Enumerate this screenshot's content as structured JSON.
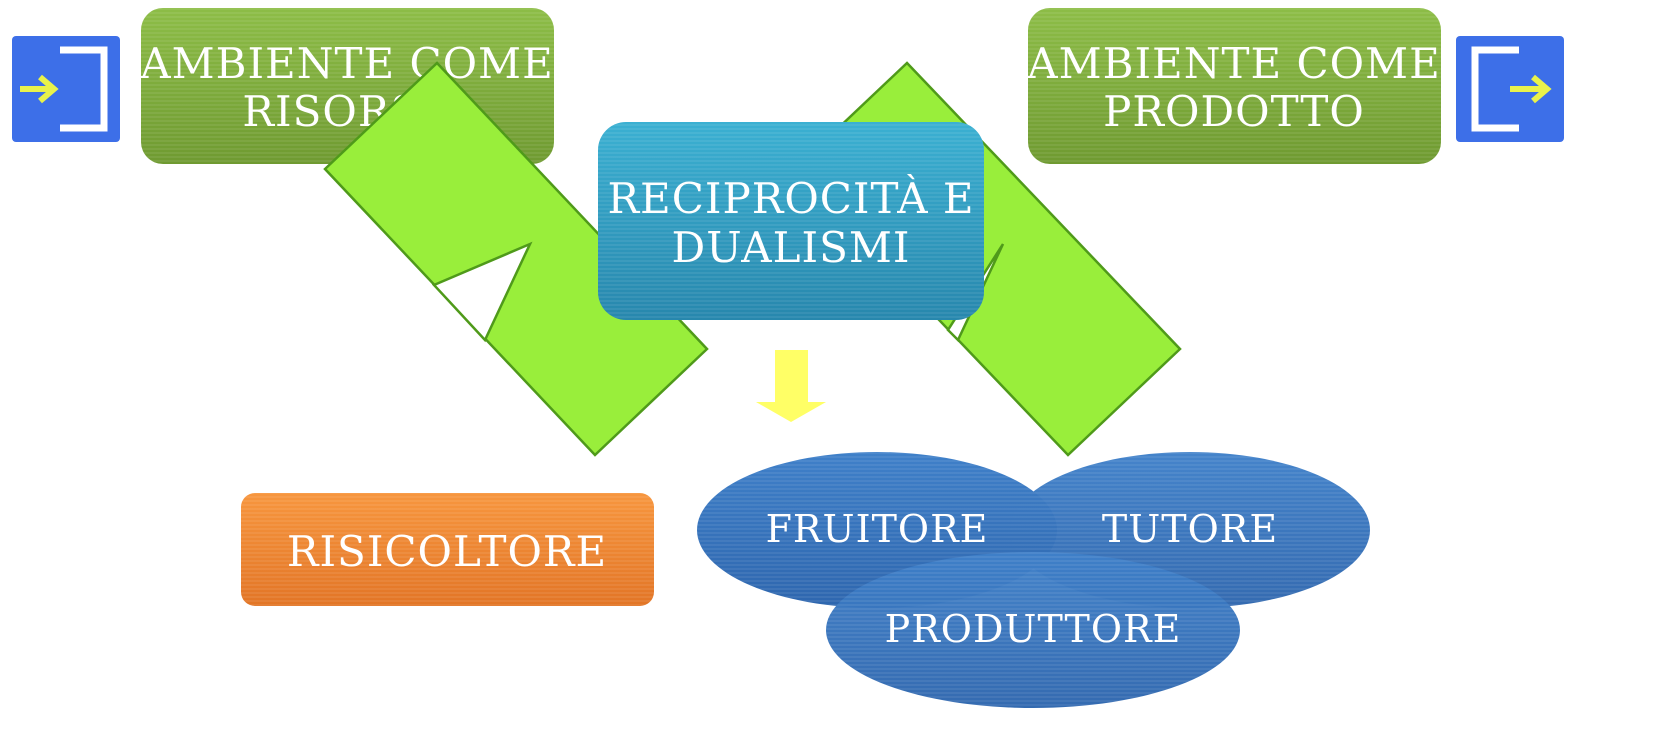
{
  "nav": {
    "back_icon": "enter-icon",
    "forward_icon": "exit-icon",
    "button_color": "#3d6fe8",
    "arrow_color": "#e9f24a"
  },
  "boxes": {
    "ambiente_risorsa": {
      "line1": "Ambiente come",
      "line2": "risorsa",
      "color": "#7aa83a"
    },
    "ambiente_prodotto": {
      "line1": "Ambiente come",
      "line2": "prodotto",
      "color": "#7aa83a"
    },
    "reciprocita": {
      "line1": "Reciprocità e",
      "line2": "dualismi",
      "color": "#2e9cbf"
    },
    "risicoltore": {
      "label": "Risicoltore",
      "color": "#ee7f2f"
    }
  },
  "ellipses": {
    "fruitore": "Fruitore",
    "tutore": "Tutore",
    "produttore": "Produttore",
    "color": "#3773be"
  },
  "arrows": {
    "chevron_color": "#99ee3b",
    "down_arrow_color": "#ffff66"
  }
}
